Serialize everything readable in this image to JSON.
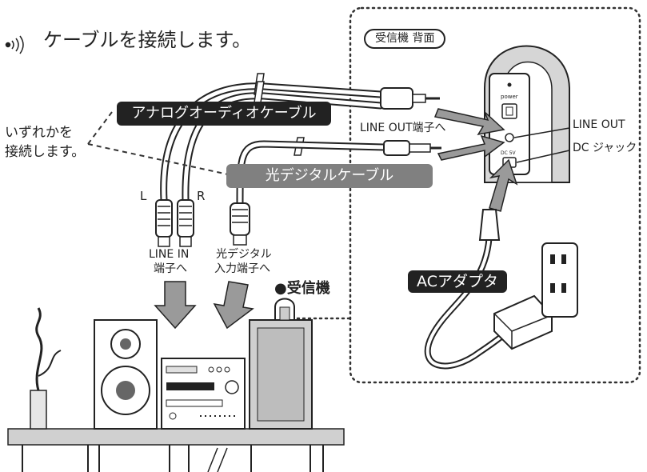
{
  "heading": {
    "icon": "sound-waves-icon",
    "text": "ケーブルを接続します。"
  },
  "receiver_back_label": "受信機 背面",
  "either_note": [
    "いずれかを",
    "接続します。"
  ],
  "analog_cable_label": "アナログオーディオケーブル",
  "optical_cable_label": "光デジタルケーブル",
  "channel_left": "L",
  "channel_right": "R",
  "line_out_port_label": "LINE OUT端子へ",
  "callouts": {
    "line_out": "LINE OUT",
    "dc_jack": "DC ジャック"
  },
  "line_in_port_label": [
    "LINE IN",
    "端子へ"
  ],
  "optical_in_port_label": [
    "光デジタル",
    "入力端子へ"
  ],
  "receiver_label": "●受信機",
  "ac_adapter_label": "ACアダプタ",
  "device_markings": {
    "power": "power",
    "dc": "DC 5V"
  },
  "colors": {
    "pill_dark": "#222222",
    "pill_grey": "#808080",
    "arrow_grey": "#9a9a9a",
    "line": "#222222"
  }
}
